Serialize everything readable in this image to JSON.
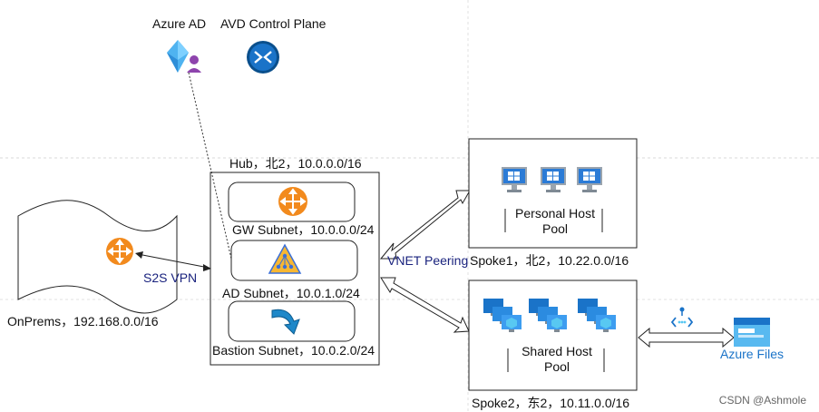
{
  "labels": {
    "azure_ad": "Azure AD",
    "avd_control_plane": "AVD Control Plane",
    "hub": "Hub，北2，10.0.0.0/16",
    "gw_subnet": "GW Subnet，10.0.0.0/24",
    "ad_subnet": "AD Subnet，10.0.1.0/24",
    "bastion_subnet": "Bastion Subnet，10.0.2.0/24",
    "s2s_vpn": "S2S VPN",
    "onprems": "OnPrems，192.168.0.0/16",
    "vnet_peering": "VNET Peering",
    "spoke1": "Spoke1，北2，10.22.0.0/16",
    "spoke2": "Spoke2，东2，10.11.0.0/16",
    "personal_pool_line1": "Personal Host",
    "personal_pool_line2": "Pool",
    "shared_pool_line1": "Shared Host",
    "shared_pool_line2": "Pool",
    "azure_files": "Azure Files",
    "watermark": "CSDN @Ashmole"
  },
  "colors": {
    "router_orange": "#f28a1d",
    "azure_blue": "#0078d4",
    "avd_dark": "#0a4f8c",
    "triangle_fill": "#f7b733",
    "triangle_edge": "#3a6fd8",
    "monitor_blue": "#2b7bd6",
    "vm_cube": "#58c8f2",
    "peering_text": "#1a237e"
  },
  "icons": {
    "azure_ad": "azure-ad-icon",
    "avd": "avd-control-plane-icon",
    "router": "router-icon",
    "ad_triangle": "ad-domain-icon",
    "bastion": "bastion-arrow-icon",
    "windows_vm": "windows-monitor-icon",
    "vm_scale": "vm-cluster-icon",
    "private_endpoint": "private-endpoint-icon",
    "azure_files": "azure-files-icon"
  }
}
